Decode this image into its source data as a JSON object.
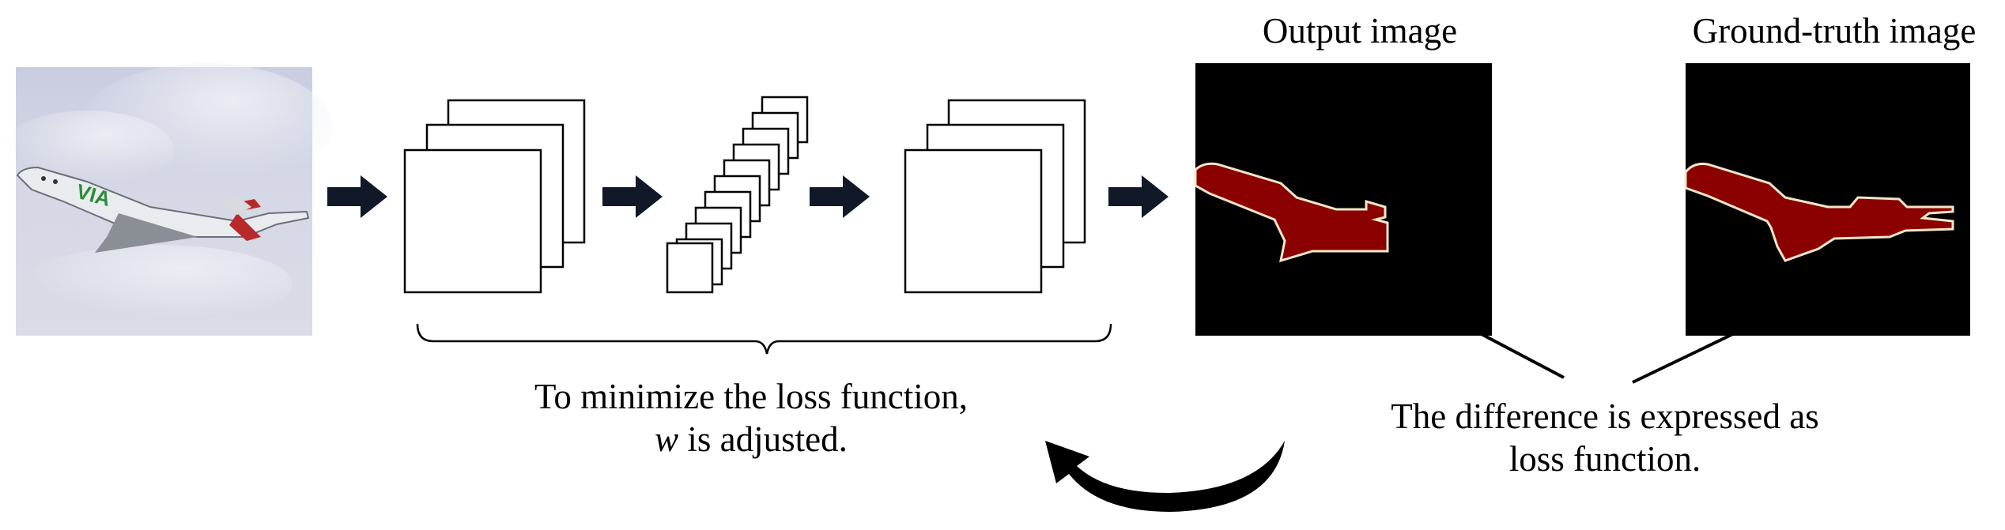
{
  "labels": {
    "output_image": "Output image",
    "ground_truth_image": "Ground-truth image",
    "minimize_line1": "To minimize the loss function,",
    "minimize_var": "w",
    "minimize_line2_rest": " is adjusted.",
    "difference_line1": "The difference is expressed as",
    "difference_line2": "loss function."
  },
  "colors": {
    "arrow": "#111827",
    "segmentation_fill": "#8b0000",
    "segmentation_outline": "#f2e6c8",
    "mask_background": "#000000",
    "box_stroke": "#000000"
  }
}
